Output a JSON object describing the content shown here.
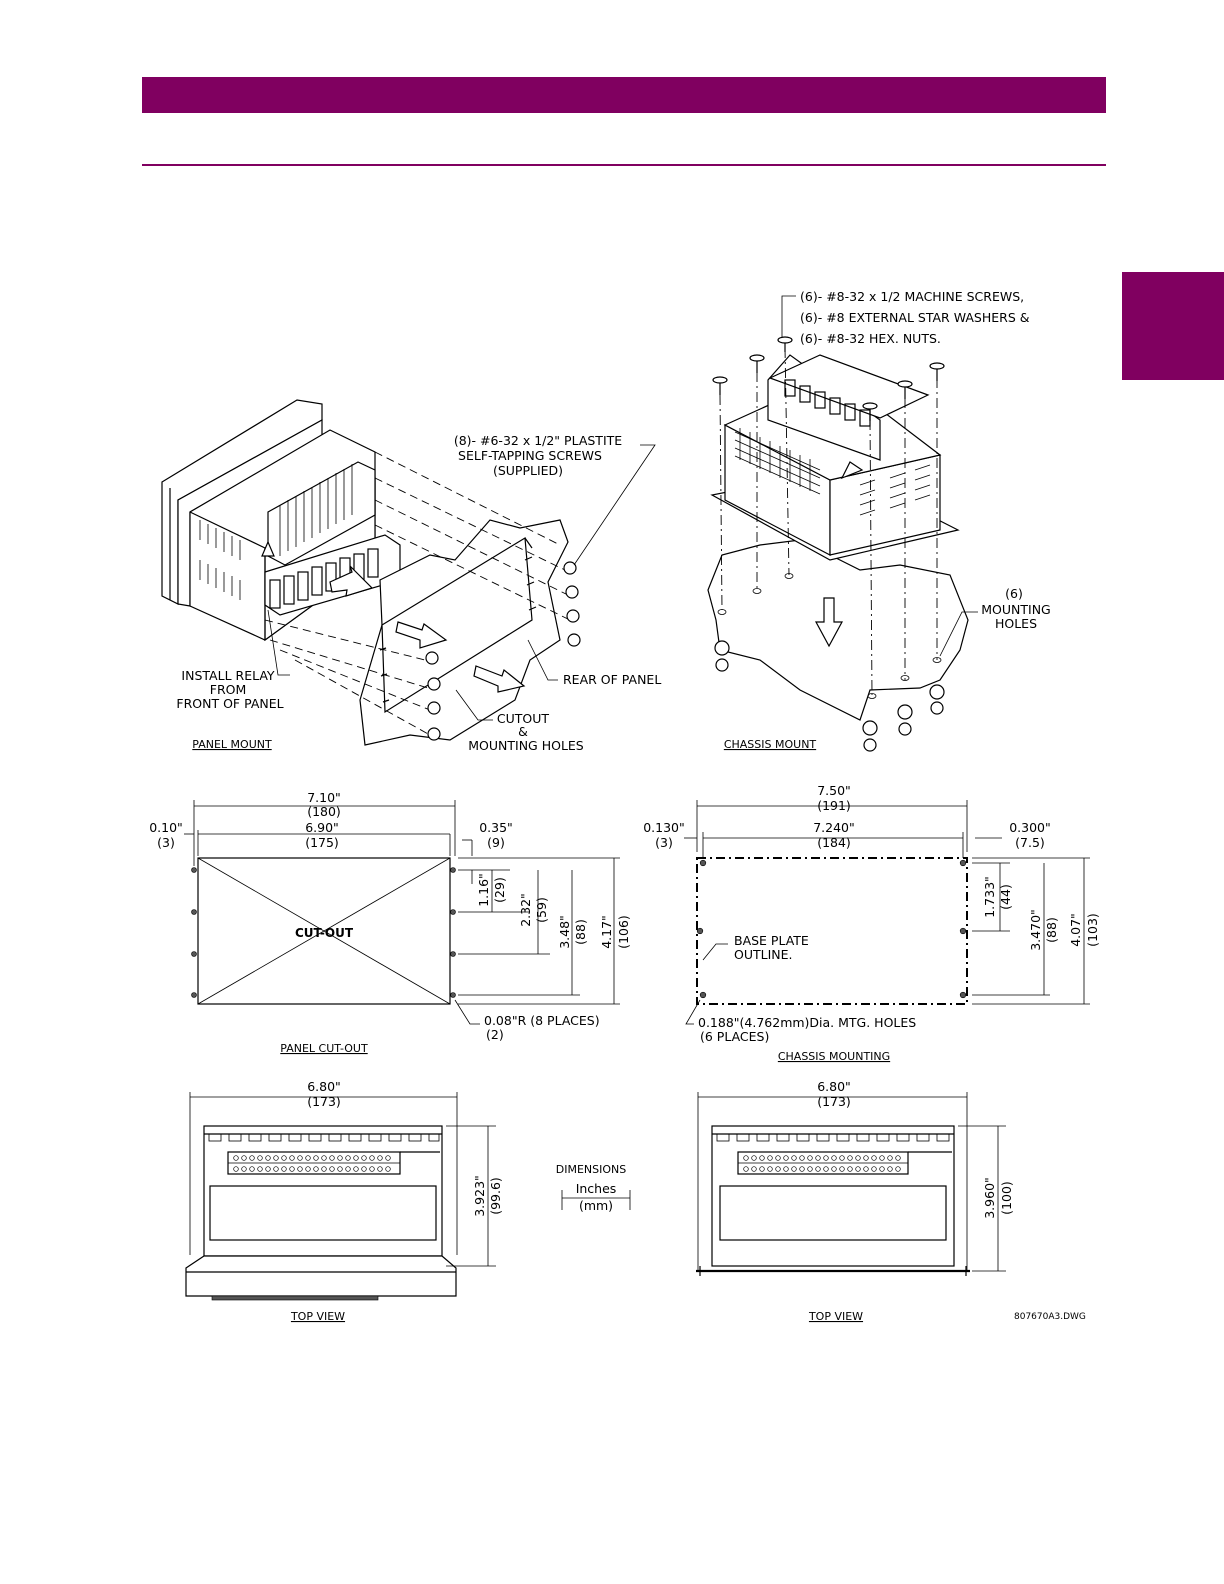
{
  "colors": {
    "brand": "#800060"
  },
  "panel_mount": {
    "screws_note": [
      "(8)- #6-32 x 1/2\" PLASTITE",
      "SELF-TAPPING SCREWS",
      "(SUPPLIED)"
    ],
    "install_note": [
      "INSTALL RELAY",
      "FROM",
      "FRONT OF PANEL"
    ],
    "rear_label": "REAR OF PANEL",
    "cutout_note": [
      "CUTOUT",
      "&",
      "MOUNTING HOLES"
    ],
    "caption": "PANEL MOUNT"
  },
  "chassis_mount": {
    "hardware_note": [
      "(6)- #8-32 x 1/2 MACHINE SCREWS,",
      "(6)- #8 EXTERNAL STAR WASHERS &",
      "(6)- #8-32 HEX. NUTS."
    ],
    "holes_note": [
      "(6)",
      "MOUNTING",
      "HOLES"
    ],
    "caption": "CHASSIS MOUNT"
  },
  "panel_cutout": {
    "overall_width": [
      "7.10\"",
      "(180)"
    ],
    "left_offset": [
      "0.10\"",
      "(3)"
    ],
    "cut_width": [
      "6.90\"",
      "(175)"
    ],
    "right_offset": [
      "0.35\"",
      "(9)"
    ],
    "center_label": "CUT-OUT",
    "dim_1": [
      "1.16\"",
      "(29)"
    ],
    "dim_2": [
      "2.32\"",
      "(59)"
    ],
    "dim_3": [
      "3.48\"",
      "(88)"
    ],
    "dim_4": [
      "4.17\"",
      "(106)"
    ],
    "radius_note": [
      "0.08\"R (8 PLACES)",
      "(2)"
    ],
    "caption": "PANEL CUT-OUT"
  },
  "chassis_mounting": {
    "overall_width": [
      "7.50\"",
      "(191)"
    ],
    "left_offset": [
      "0.130\"",
      "(3)"
    ],
    "hole_spacing": [
      "7.240\"",
      "(184)"
    ],
    "right_offset": [
      "0.300\"",
      "(7.5)"
    ],
    "base_plate": [
      "BASE PLATE",
      "OUTLINE."
    ],
    "dim_1": [
      "1.733\"",
      "(44)"
    ],
    "dim_2": [
      "3.470\"",
      "(88)"
    ],
    "dim_3": [
      "4.07\"",
      "(103)"
    ],
    "holes_note": [
      "0.188\"(4.762mm)Dia. MTG. HOLES",
      "(6 PLACES)"
    ],
    "caption": "CHASSIS MOUNTING"
  },
  "top_view_left": {
    "width": [
      "6.80\"",
      "(173)"
    ],
    "height": [
      "3.923\"",
      "(99.6)"
    ],
    "caption": "TOP VIEW"
  },
  "top_view_right": {
    "width": [
      "6.80\"",
      "(173)"
    ],
    "height": [
      "3.960\"",
      "(100)"
    ],
    "caption": "TOP VIEW"
  },
  "dimensions_legend": {
    "title": "DIMENSIONS",
    "inches": "Inches",
    "mm": "(mm)"
  },
  "drawing_number": "807670A3.DWG"
}
